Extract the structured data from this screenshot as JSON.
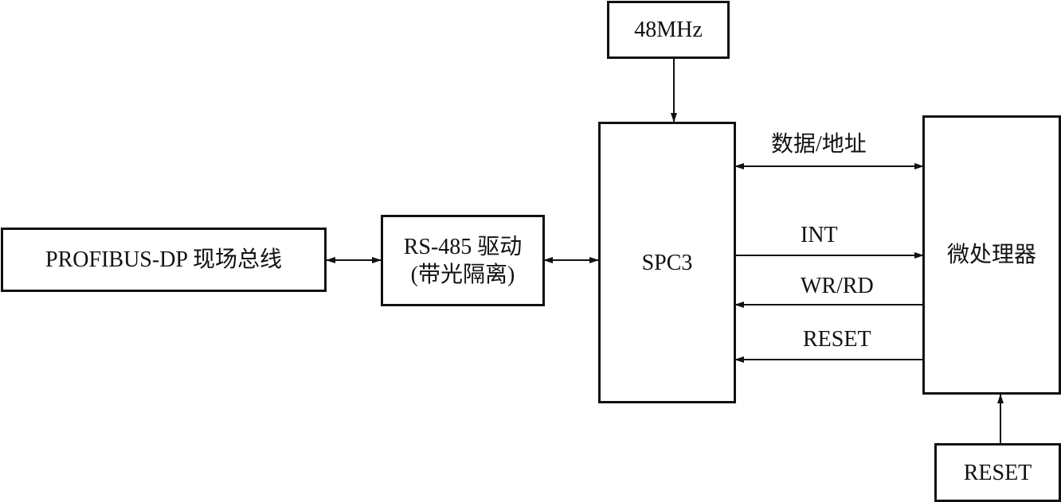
{
  "blocks": {
    "clock": "48MHz",
    "fieldbus": "PROFIBUS-DP 现场总线",
    "driver_line1": "RS-485 驱动",
    "driver_line2": "(带光隔离)",
    "asic": "SPC3",
    "mcu": "微处理器",
    "reset_source": "RESET"
  },
  "signals": {
    "data_address": "数据/地址",
    "int": "INT",
    "wr_rd": "WR/RD",
    "reset": "RESET"
  }
}
